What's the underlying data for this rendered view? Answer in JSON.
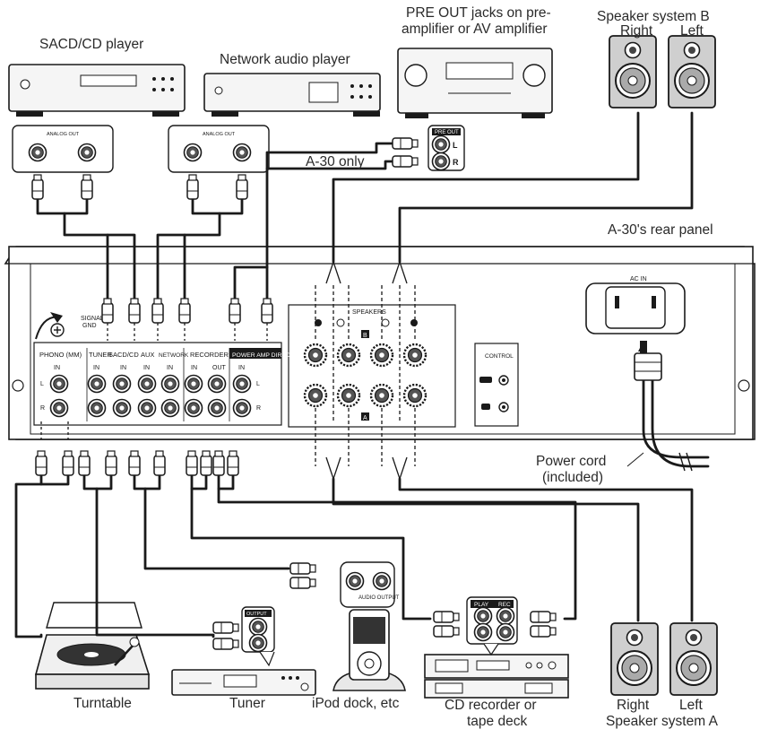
{
  "labels": {
    "sacd_player": "SACD/CD player",
    "network_player": "Network audio player",
    "pre_out_line1": "PRE OUT jacks on pre-",
    "pre_out_line2": "amplifier or AV amplifier",
    "speaker_b_title": "Speaker system B",
    "speaker_b_right": "Right",
    "speaker_b_left": "Left",
    "a30_only": "A-30 only",
    "rear_panel": "A-30's rear panel",
    "power_cord_line1": "Power cord",
    "power_cord_line2": "(included)",
    "turntable": "Turntable",
    "tuner": "Tuner",
    "ipod": "iPod dock, etc",
    "cd_recorder_line1": "CD recorder or",
    "cd_recorder_line2": "tape deck",
    "speaker_a_right": "Right",
    "speaker_a_left": "Left",
    "speaker_a_title": "Speaker system A"
  },
  "panel": {
    "signal_gnd_1": "SIGNAL",
    "signal_gnd_2": "GND",
    "phono": "PHONO (MM)",
    "tuner": "TUNER",
    "sacd": "SACD/CD",
    "aux": "AUX",
    "network": "NETWORK",
    "recorder": "RECORDER",
    "power_amp_direct": "POWER AMP DIRECT",
    "in": "IN",
    "out": "OUT",
    "ch_l": "L",
    "ch_r": "R",
    "speakers": "SPEAKERS",
    "speaker_a": "A",
    "speaker_b": "B",
    "control": "CONTROL",
    "ac_in": "AC IN"
  },
  "device_text": {
    "analog_out": "ANALOG OUT",
    "pre_out": "PRE OUT",
    "output": "OUTPUT",
    "audio_output": "AUDIO OUTPUT",
    "play": "PLAY",
    "rec": "REC",
    "plug_r": "R",
    "plug_l": "L"
  },
  "colors": {
    "line": "#1a1a1a",
    "panel_fill": "#ffffff",
    "device_fill": "#f7f7f7",
    "speaker_fill": "#d0d0d0",
    "speaker_cone": "#b8b8b8"
  }
}
